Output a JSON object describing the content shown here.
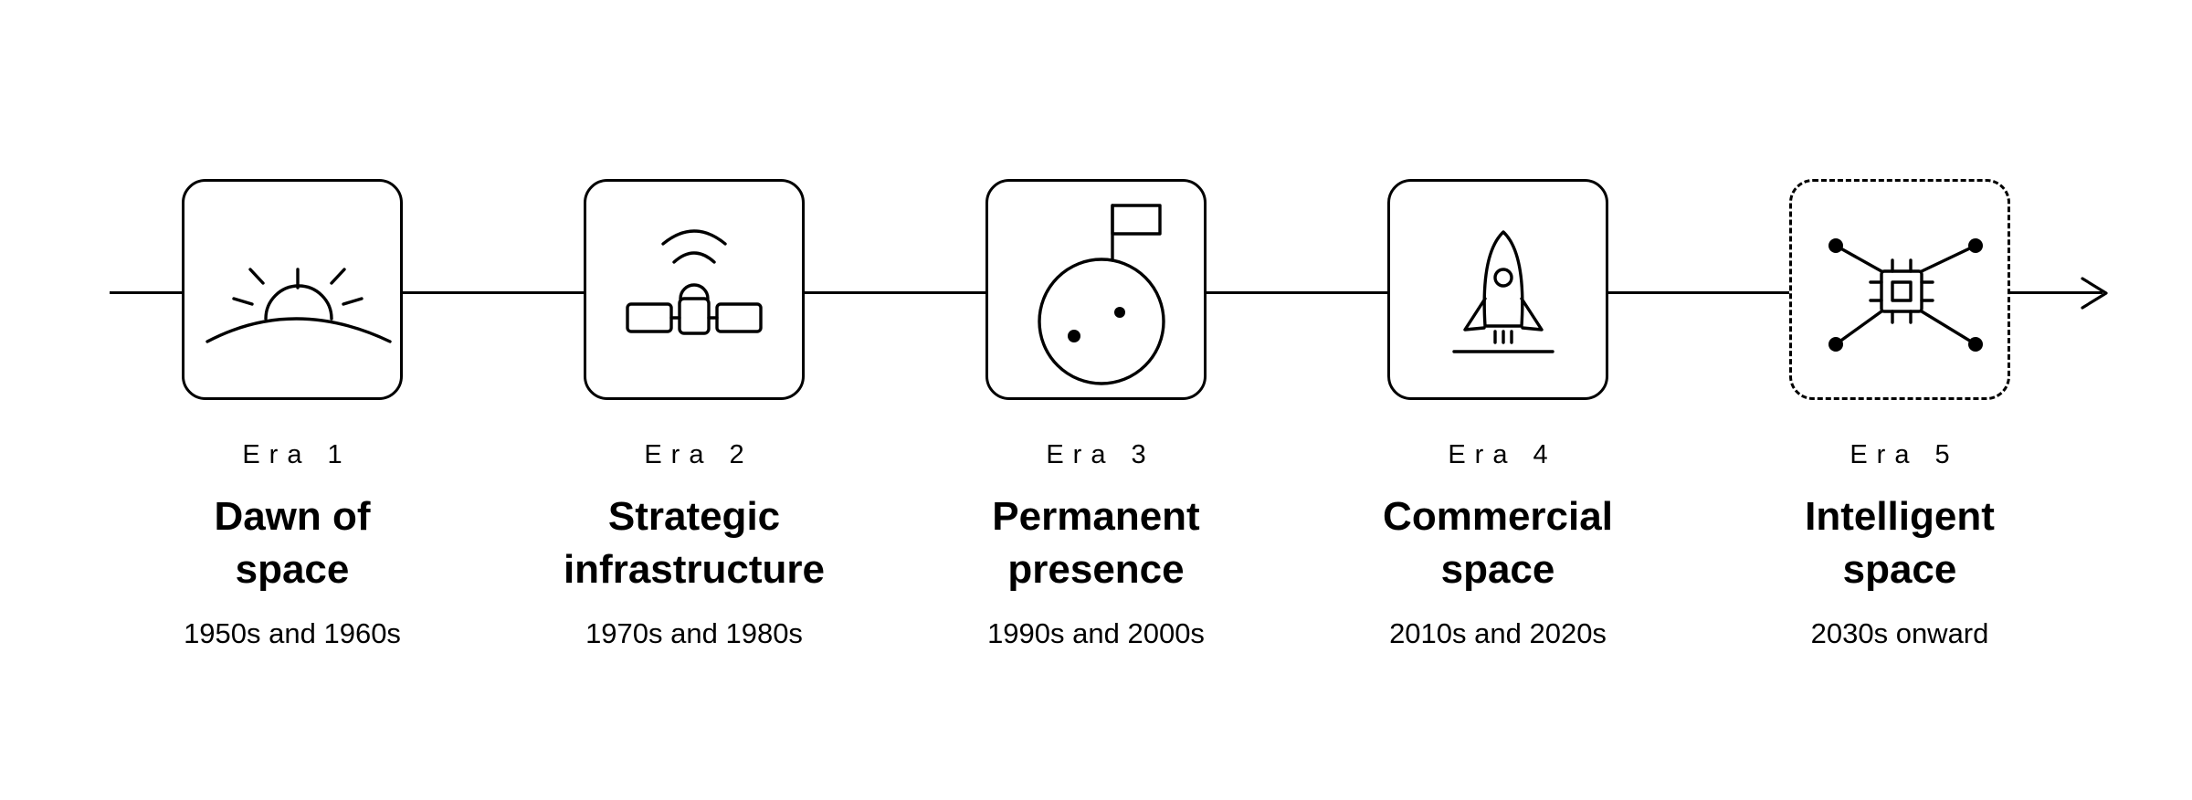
{
  "timeline": {
    "eras": [
      {
        "label": "Era 1",
        "title_line1": "Dawn of",
        "title_line2": "space",
        "dates": "1950s and 1960s",
        "icon": "sunrise-icon",
        "future": false
      },
      {
        "label": "Era 2",
        "title_line1": "Strategic",
        "title_line2": "infrastructure",
        "dates": "1970s and 1980s",
        "icon": "satellite-icon",
        "future": false
      },
      {
        "label": "Era 3",
        "title_line1": "Permanent",
        "title_line2": "presence",
        "dates": "1990s and 2000s",
        "icon": "moon-flag-icon",
        "future": false
      },
      {
        "label": "Era 4",
        "title_line1": "Commercial",
        "title_line2": "space",
        "dates": "2010s and 2020s",
        "icon": "rocket-icon",
        "future": false
      },
      {
        "label": "Era 5",
        "title_line1": "Intelligent",
        "title_line2": "space",
        "dates": "2030s onward",
        "icon": "chip-network-icon",
        "future": true
      }
    ]
  },
  "colors": {
    "stroke": "#000000",
    "background": "#ffffff"
  }
}
